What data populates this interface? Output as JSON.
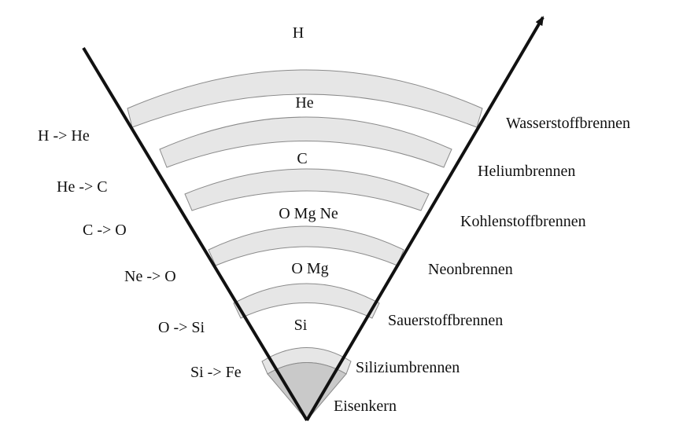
{
  "colors": {
    "line": "#111111",
    "band_fill": "#e6e6e6",
    "band_edge": "#8a8a8a",
    "core_fill": "#c9c9c9",
    "text": "#111111"
  },
  "shells": [
    {
      "element": "H",
      "reaction": "",
      "burning": "Wasserstoffbrennen"
    },
    {
      "element": "He",
      "reaction": "H -> He",
      "burning": "Heliumbrennen"
    },
    {
      "element": "C",
      "reaction": "He -> C",
      "burning": "Kohlenstoffbrennen"
    },
    {
      "element": "O Mg Ne",
      "reaction": "C -> O",
      "burning": "Neonbrennen"
    },
    {
      "element": "O Mg",
      "reaction": "Ne -> O",
      "burning": "Sauerstoffbrennen"
    },
    {
      "element": "Si",
      "reaction": "O -> Si",
      "burning": "Siliziumbrennen"
    },
    {
      "element": "",
      "reaction": "Si -> Fe",
      "burning": "Eisenkern"
    }
  ]
}
